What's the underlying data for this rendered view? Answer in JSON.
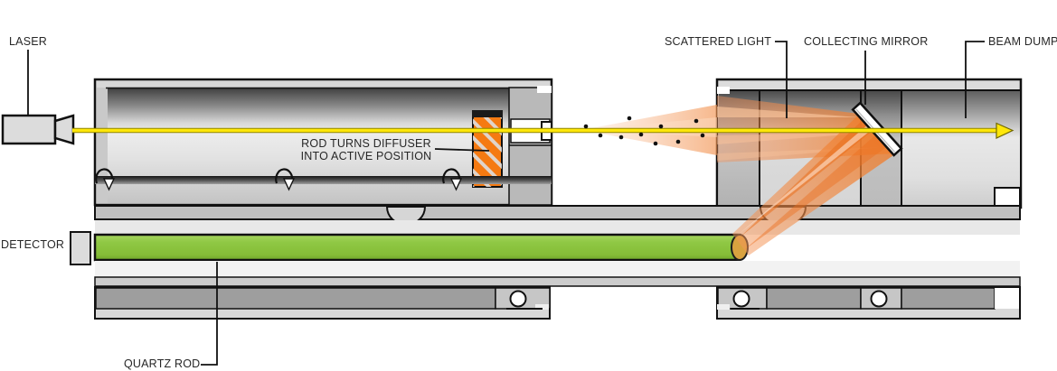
{
  "diagram": {
    "labels": {
      "laser": "LASER",
      "detector": "DETECTOR",
      "quartz_rod": "QUARTZ ROD",
      "diffuser_line1": "ROD TURNS DIFFUSER",
      "diffuser_line2": "INTO ACTIVE POSITION",
      "scattered_light": "SCATTERED LIGHT",
      "collecting_mirror": "COLLECTING MIRROR",
      "beam_dump": "BEAM DUMP"
    },
    "colors": {
      "beam_yellow": "#FFE70A",
      "diffuser_orange": "#F57A12",
      "scattered_orange": "#EF7E2D",
      "rod_green": "#8CC63E",
      "rod_end_tan": "#D9A23F",
      "housing_light": "#D2D2D2",
      "housing_dark": "#3E3E3E",
      "label_text": "#272727"
    }
  }
}
